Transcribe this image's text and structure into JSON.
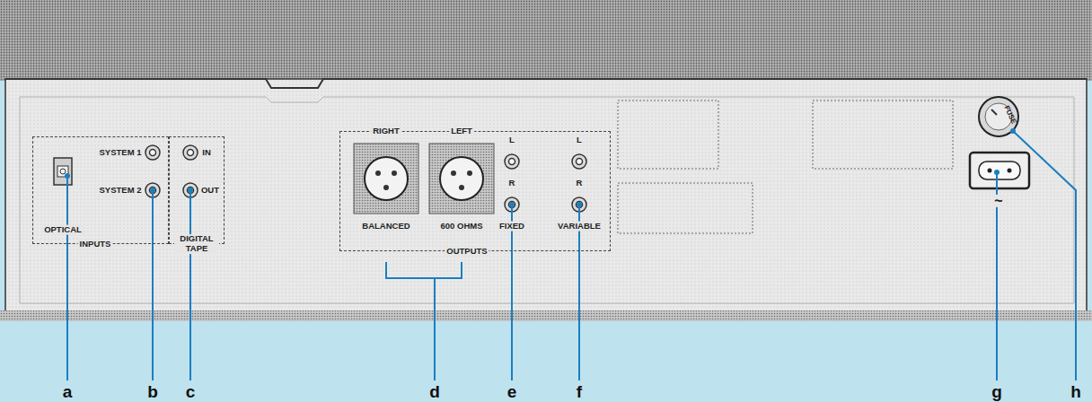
{
  "diagram": {
    "nodes": [
      {
        "text": [
          "OPTICAL",
          "SYSTEM 1",
          "SYSTEM 2",
          "INPUTS"
        ]
      },
      {
        "text": [
          "IN",
          "OUT",
          "DIGITAL TAPE"
        ]
      },
      {
        "text": [
          "RIGHT",
          "LEFT",
          "BALANCED",
          "600 OHMS",
          "L",
          "R",
          "FIXED",
          "L",
          "R",
          "VARIABLE",
          "OUTPUTS"
        ]
      }
    ],
    "labels": [
      "FUSE",
      "~",
      "a",
      "b",
      "c",
      "d",
      "e",
      "f",
      "g",
      "h"
    ]
  }
}
